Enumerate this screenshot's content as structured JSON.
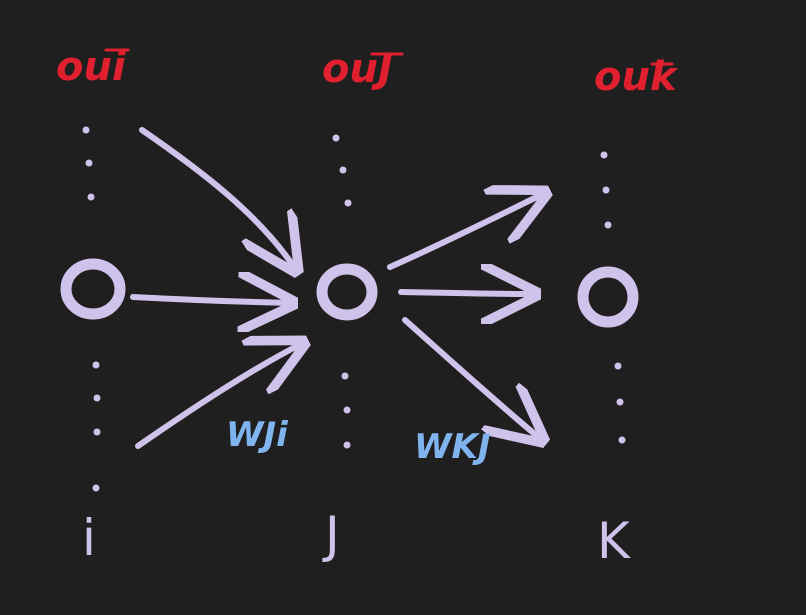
{
  "colors": {
    "background": "#1f1f1f",
    "neuron": "#cfc3eb",
    "output_label": "#e0202e",
    "weight_label": "#7fb4ee"
  },
  "labels": {
    "out_i": "oui",
    "out_j": "ouJ",
    "out_k": "ouk",
    "weight_ji": "WJi",
    "weight_kj": "WKJ",
    "layer_i": "i",
    "layer_j": "J",
    "layer_k": "K"
  }
}
